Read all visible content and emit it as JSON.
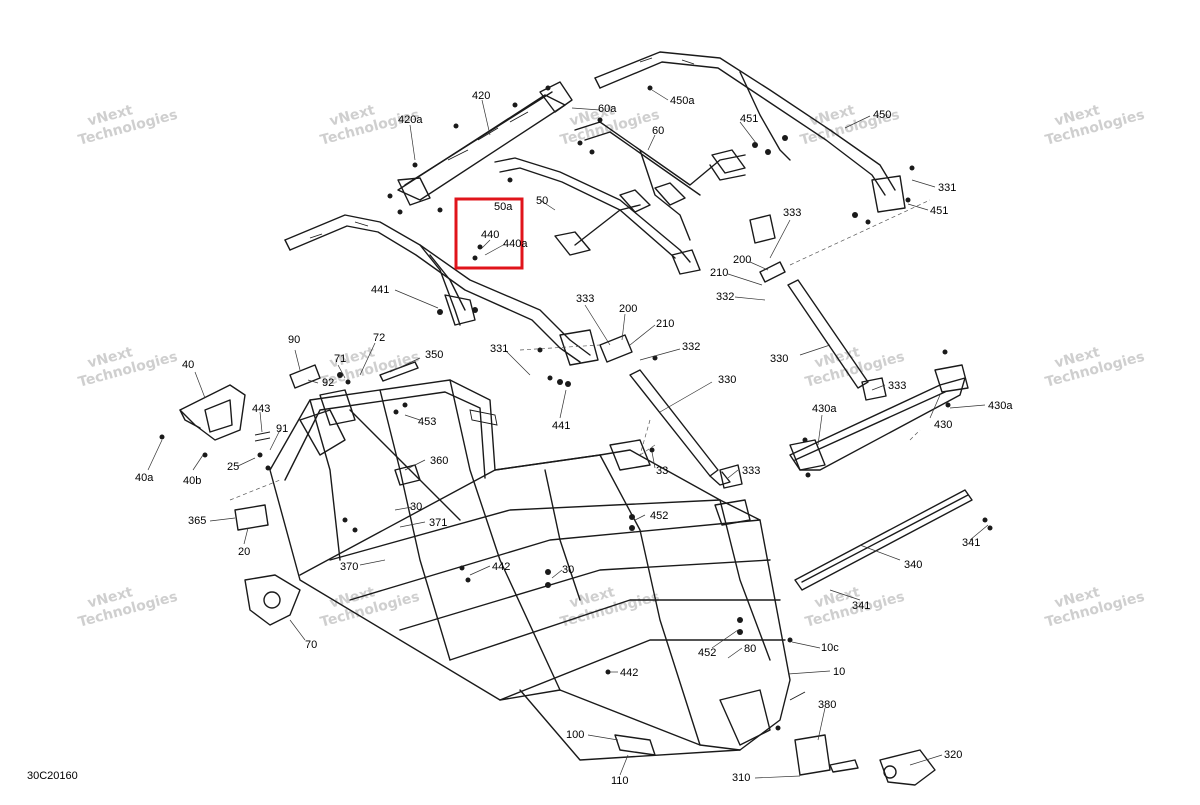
{
  "document_id": "30C20160",
  "watermark": {
    "line1": "vNext",
    "line2": "Technologies"
  },
  "highlight_color": "#e0141b",
  "callouts": [
    {
      "id": "c420",
      "text": "420"
    },
    {
      "id": "c420a",
      "text": "420a"
    },
    {
      "id": "c60a",
      "text": "60a"
    },
    {
      "id": "c450a",
      "text": "450a"
    },
    {
      "id": "c450",
      "text": "450"
    },
    {
      "id": "c60",
      "text": "60"
    },
    {
      "id": "c451a",
      "text": "451"
    },
    {
      "id": "c331a",
      "text": "331"
    },
    {
      "id": "c451b",
      "text": "451"
    },
    {
      "id": "c50a",
      "text": "50a"
    },
    {
      "id": "c50",
      "text": "50"
    },
    {
      "id": "c440",
      "text": "440"
    },
    {
      "id": "c440a",
      "text": "440a"
    },
    {
      "id": "c333a",
      "text": "333"
    },
    {
      "id": "c200a",
      "text": "200"
    },
    {
      "id": "c210a",
      "text": "210"
    },
    {
      "id": "c332a",
      "text": "332"
    },
    {
      "id": "c441a",
      "text": "441"
    },
    {
      "id": "c333b",
      "text": "333"
    },
    {
      "id": "c200b",
      "text": "200"
    },
    {
      "id": "c210b",
      "text": "210"
    },
    {
      "id": "c332b",
      "text": "332"
    },
    {
      "id": "c331b",
      "text": "331"
    },
    {
      "id": "c330a",
      "text": "330"
    },
    {
      "id": "c330b",
      "text": "330"
    },
    {
      "id": "c441b",
      "text": "441"
    },
    {
      "id": "c333c",
      "text": "333"
    },
    {
      "id": "c430a1",
      "text": "430a"
    },
    {
      "id": "c430a2",
      "text": "430a"
    },
    {
      "id": "c430",
      "text": "430"
    },
    {
      "id": "c333d",
      "text": "333"
    },
    {
      "id": "c90",
      "text": "90"
    },
    {
      "id": "c72",
      "text": "72"
    },
    {
      "id": "c71",
      "text": "71"
    },
    {
      "id": "c350",
      "text": "350"
    },
    {
      "id": "c92",
      "text": "92"
    },
    {
      "id": "c40",
      "text": "40"
    },
    {
      "id": "c443",
      "text": "443"
    },
    {
      "id": "c91",
      "text": "91"
    },
    {
      "id": "c453",
      "text": "453"
    },
    {
      "id": "c25",
      "text": "25"
    },
    {
      "id": "c40a",
      "text": "40a"
    },
    {
      "id": "c40b",
      "text": "40b"
    },
    {
      "id": "c360",
      "text": "360"
    },
    {
      "id": "c33",
      "text": "33"
    },
    {
      "id": "c30a",
      "text": "30"
    },
    {
      "id": "c371",
      "text": "371"
    },
    {
      "id": "c365",
      "text": "365"
    },
    {
      "id": "c20",
      "text": "20"
    },
    {
      "id": "c370",
      "text": "370"
    },
    {
      "id": "c452a",
      "text": "452"
    },
    {
      "id": "c442a",
      "text": "442"
    },
    {
      "id": "c30b",
      "text": "30"
    },
    {
      "id": "c341a",
      "text": "341"
    },
    {
      "id": "c340",
      "text": "340"
    },
    {
      "id": "c341b",
      "text": "341"
    },
    {
      "id": "c70",
      "text": "70"
    },
    {
      "id": "c10c",
      "text": "10c"
    },
    {
      "id": "c452b",
      "text": "452"
    },
    {
      "id": "c80",
      "text": "80"
    },
    {
      "id": "c10",
      "text": "10"
    },
    {
      "id": "c442b",
      "text": "442"
    },
    {
      "id": "c380",
      "text": "380"
    },
    {
      "id": "c100",
      "text": "100"
    },
    {
      "id": "c320",
      "text": "320"
    },
    {
      "id": "c110",
      "text": "110"
    },
    {
      "id": "c310",
      "text": "310"
    }
  ]
}
